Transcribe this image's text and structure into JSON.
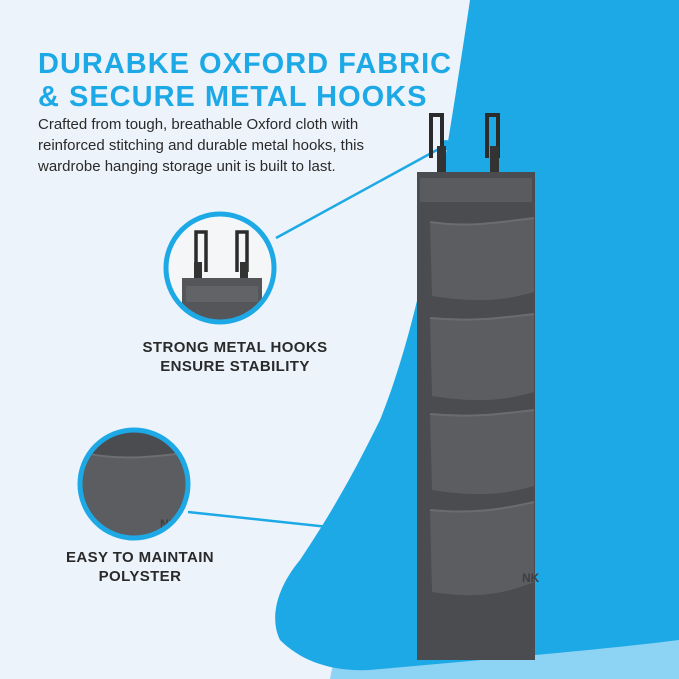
{
  "headline": {
    "line1": "DURABKE OXFORD FABRIC",
    "line2": "& SECURE METAL HOOKS"
  },
  "description": "Crafted from tough, breathable Oxford cloth with reinforced stitching and durable metal hooks, this wardrobe hanging storage unit is built to last.",
  "callouts": {
    "hooks": {
      "line1": "STRONG METAL HOOKS",
      "line2": "ENSURE STABILITY"
    },
    "polyester": {
      "line1": "EASY TO MAINTAIN",
      "line2": "POLYSTER"
    }
  },
  "brand_mark": "NK",
  "colors": {
    "accent_blue": "#1ca9e6",
    "background": "#ecf3fa",
    "fabric_gray": "#555659",
    "text": "#2a2a2a"
  }
}
